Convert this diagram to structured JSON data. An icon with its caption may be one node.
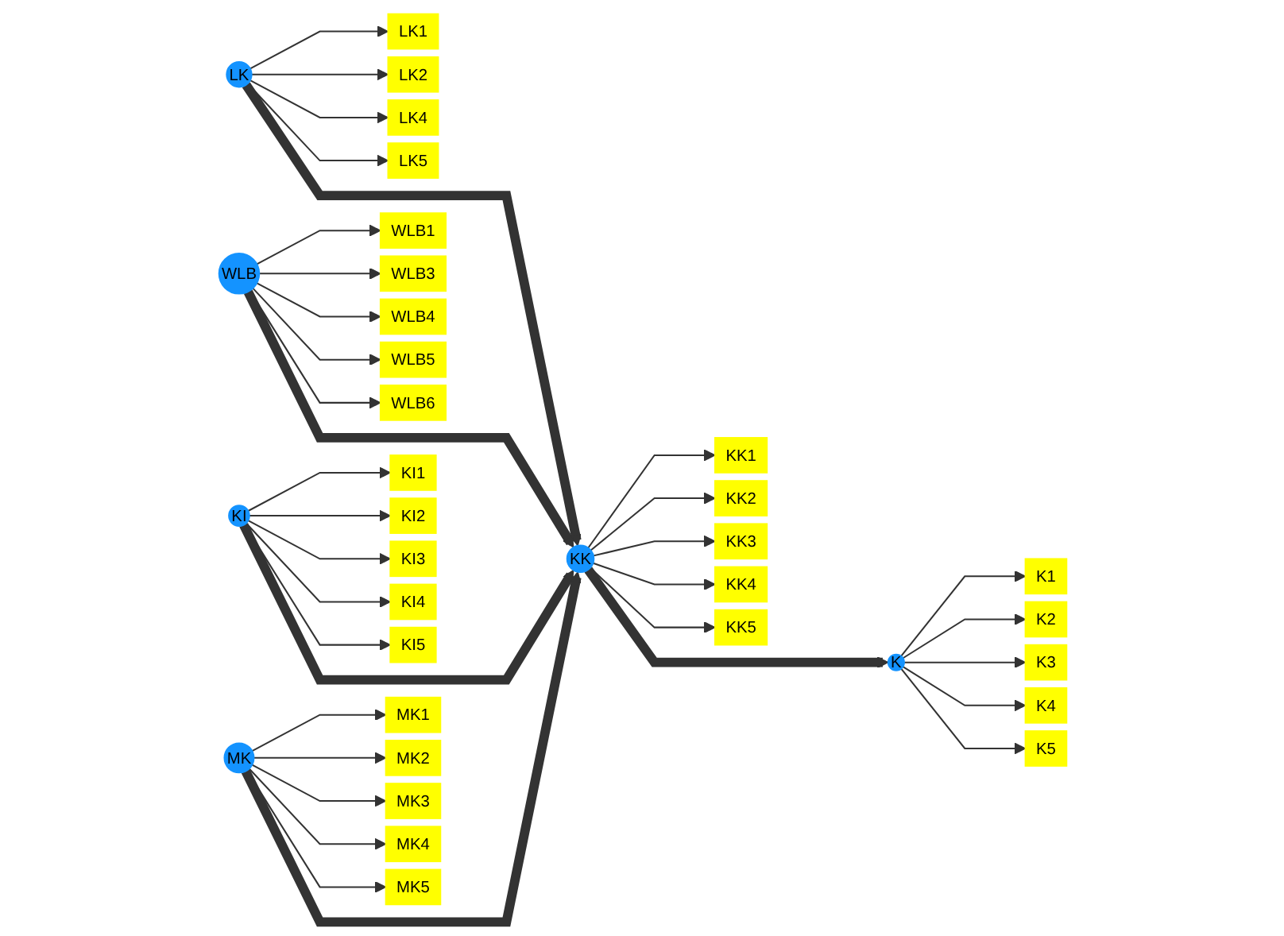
{
  "diagram": {
    "nodes": [
      {
        "text": [
          "LK"
        ]
      },
      {
        "text": [
          "LK1"
        ]
      },
      {
        "text": [
          "LK2"
        ]
      },
      {
        "text": [
          "LK4"
        ]
      },
      {
        "text": [
          "LK5"
        ]
      },
      {
        "text": [
          "WLB"
        ]
      },
      {
        "text": [
          "WLB1"
        ]
      },
      {
        "text": [
          "WLB3"
        ]
      },
      {
        "text": [
          "WLB4"
        ]
      },
      {
        "text": [
          "WLB5"
        ]
      },
      {
        "text": [
          "WLB6"
        ]
      },
      {
        "text": [
          "KI"
        ]
      },
      {
        "text": [
          "KI1"
        ]
      },
      {
        "text": [
          "KI2"
        ]
      },
      {
        "text": [
          "KI3"
        ]
      },
      {
        "text": [
          "KI4"
        ]
      },
      {
        "text": [
          "KI5"
        ]
      },
      {
        "text": [
          "MK"
        ]
      },
      {
        "text": [
          "MK1"
        ]
      },
      {
        "text": [
          "MK2"
        ]
      },
      {
        "text": [
          "MK3"
        ]
      },
      {
        "text": [
          "MK4"
        ]
      },
      {
        "text": [
          "MK5"
        ]
      },
      {
        "text": [
          "KK"
        ]
      },
      {
        "text": [
          "KK1"
        ]
      },
      {
        "text": [
          "KK2"
        ]
      },
      {
        "text": [
          "KK3"
        ]
      },
      {
        "text": [
          "KK4"
        ]
      },
      {
        "text": [
          "KK5"
        ]
      },
      {
        "text": [
          "K"
        ]
      },
      {
        "text": [
          "K1"
        ]
      },
      {
        "text": [
          "K2"
        ]
      },
      {
        "text": [
          "K3"
        ]
      },
      {
        "text": [
          "K4"
        ]
      },
      {
        "text": [
          "K5"
        ]
      }
    ],
    "edges": [
      {
        "from": 0,
        "to": 1,
        "arrow": "to"
      },
      {
        "from": 0,
        "to": 2,
        "arrow": "to"
      },
      {
        "from": 0,
        "to": 3,
        "arrow": "to"
      },
      {
        "from": 0,
        "to": 4,
        "arrow": "to"
      },
      {
        "from": 5,
        "to": 6,
        "arrow": "to"
      },
      {
        "from": 5,
        "to": 7,
        "arrow": "to"
      },
      {
        "from": 5,
        "to": 8,
        "arrow": "to"
      },
      {
        "from": 5,
        "to": 9,
        "arrow": "to"
      },
      {
        "from": 5,
        "to": 10,
        "arrow": "to"
      },
      {
        "from": 11,
        "to": 12,
        "arrow": "to"
      },
      {
        "from": 11,
        "to": 13,
        "arrow": "to"
      },
      {
        "from": 11,
        "to": 14,
        "arrow": "to"
      },
      {
        "from": 11,
        "to": 15,
        "arrow": "to"
      },
      {
        "from": 11,
        "to": 16,
        "arrow": "to"
      },
      {
        "from": 17,
        "to": 18,
        "arrow": "to"
      },
      {
        "from": 17,
        "to": 19,
        "arrow": "to"
      },
      {
        "from": 17,
        "to": 20,
        "arrow": "to"
      },
      {
        "from": 17,
        "to": 21,
        "arrow": "to"
      },
      {
        "from": 17,
        "to": 22,
        "arrow": "to"
      },
      {
        "from": 23,
        "to": 24,
        "arrow": "to"
      },
      {
        "from": 23,
        "to": 25,
        "arrow": "to"
      },
      {
        "from": 23,
        "to": 26,
        "arrow": "to"
      },
      {
        "from": 23,
        "to": 27,
        "arrow": "to"
      },
      {
        "from": 23,
        "to": 28,
        "arrow": "to"
      },
      {
        "from": 29,
        "to": 30,
        "arrow": "to"
      },
      {
        "from": 29,
        "to": 31,
        "arrow": "to"
      },
      {
        "from": 29,
        "to": 32,
        "arrow": "to"
      },
      {
        "from": 29,
        "to": 33,
        "arrow": "to"
      },
      {
        "from": 29,
        "to": 34,
        "arrow": "to"
      },
      {
        "from": 0,
        "to": 23,
        "arrow": "to",
        "style": "thick"
      },
      {
        "from": 5,
        "to": 23,
        "arrow": "to",
        "style": "thick"
      },
      {
        "from": 11,
        "to": 23,
        "arrow": "to",
        "style": "thick"
      },
      {
        "from": 17,
        "to": 23,
        "arrow": "to",
        "style": "thick"
      },
      {
        "from": 23,
        "to": 29,
        "arrow": "to",
        "style": "thick"
      }
    ]
  }
}
